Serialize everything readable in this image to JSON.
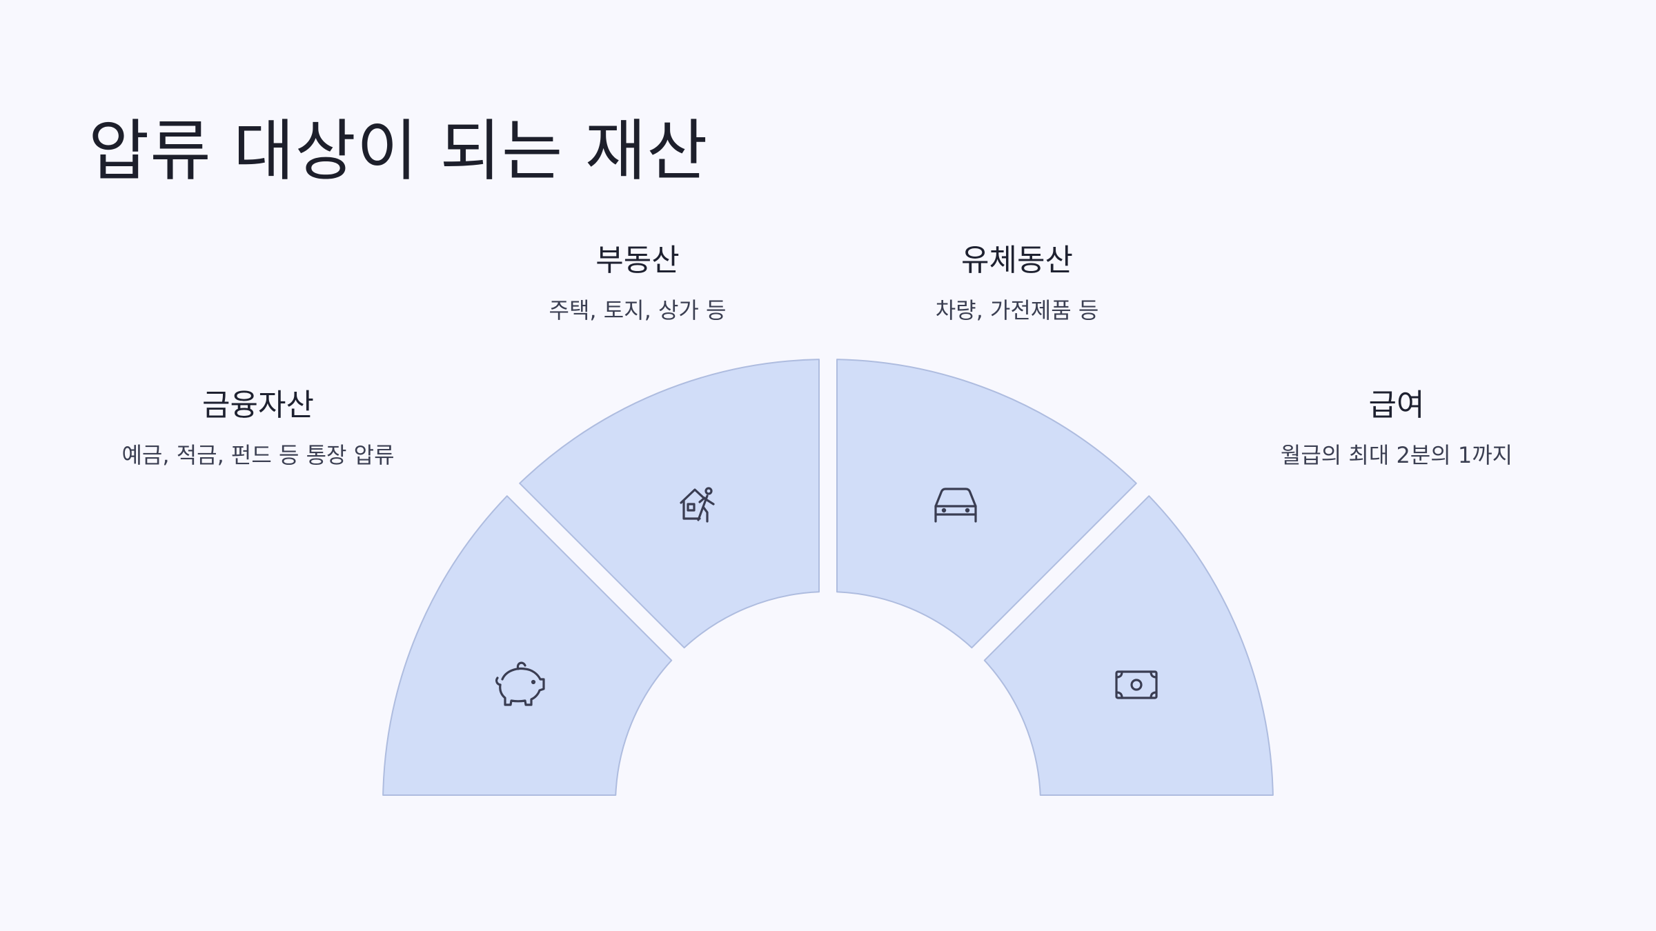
{
  "page": {
    "title": "압류 대상이 되는 재산"
  },
  "colors": {
    "background": "#f8f8fe",
    "segment_fill": "#d1ddf8",
    "segment_stroke": "#aebcdf",
    "icon": "#3a3d52"
  },
  "segments": [
    {
      "heading": "금융자산",
      "description": "예금, 적금, 펀드 등 통장 압류",
      "icon": "piggy-bank-icon"
    },
    {
      "heading": "부동산",
      "description": "주택, 토지, 상가 등",
      "icon": "house-person-icon"
    },
    {
      "heading": "유체동산",
      "description": "차량, 가전제품 등",
      "icon": "car-icon"
    },
    {
      "heading": "급여",
      "description": "월급의 최대 2분의 1까지",
      "icon": "cash-icon"
    }
  ]
}
